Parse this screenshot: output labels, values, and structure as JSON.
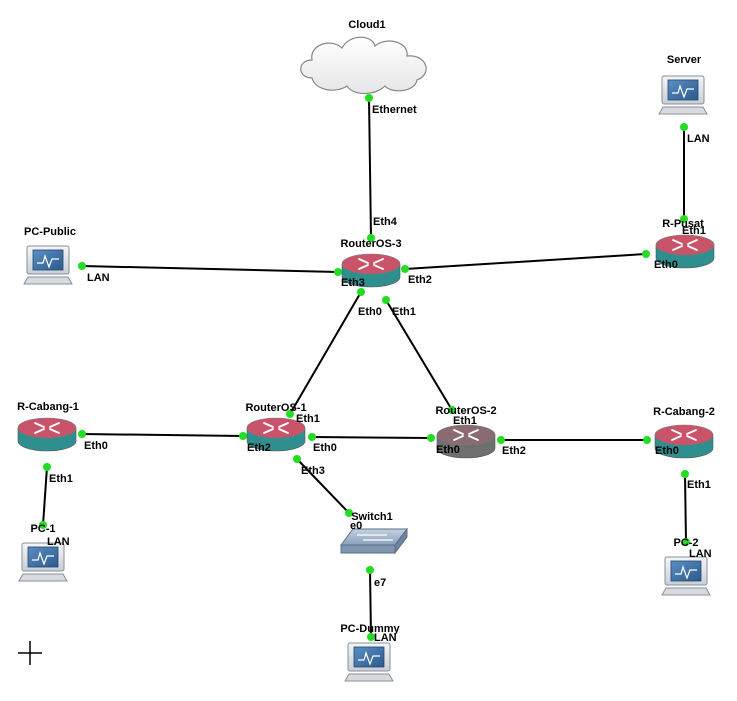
{
  "nodes": {
    "cloud1": {
      "label": "Cloud1",
      "kind": "cloud",
      "icon": "cloud-icon"
    },
    "server": {
      "label": "Server",
      "kind": "pc",
      "icon": "computer-icon"
    },
    "pc_public": {
      "label": "PC-Public",
      "kind": "pc",
      "icon": "computer-icon"
    },
    "routeros_3": {
      "label": "RouterOS-3",
      "kind": "router",
      "icon": "router-icon"
    },
    "r_pusat": {
      "label": "R-Pusat",
      "kind": "router",
      "icon": "router-icon"
    },
    "r_cabang_1": {
      "label": "R-Cabang-1",
      "kind": "router",
      "icon": "router-icon"
    },
    "routeros_1": {
      "label": "RouterOS-1",
      "kind": "router",
      "icon": "router-icon"
    },
    "routeros_2": {
      "label": "RouterOS-2",
      "kind": "router-gray",
      "icon": "router-icon"
    },
    "r_cabang_2": {
      "label": "R-Cabang-2",
      "kind": "router",
      "icon": "router-icon"
    },
    "pc_1": {
      "label": "PC-1",
      "kind": "pc",
      "icon": "computer-icon"
    },
    "switch1": {
      "label": "Switch1",
      "kind": "switch",
      "icon": "switch-icon"
    },
    "pc_2": {
      "label": "PC-2",
      "kind": "pc",
      "icon": "computer-icon"
    },
    "pc_dummy": {
      "label": "PC-Dummy",
      "kind": "pc",
      "icon": "computer-icon"
    }
  },
  "links": [
    {
      "from": "cloud1",
      "from_port": "Ethernet",
      "to": "routeros_3",
      "to_port": "Eth4"
    },
    {
      "from": "server",
      "from_port": "LAN",
      "to": "r_pusat",
      "to_port": "Eth1"
    },
    {
      "from": "pc_public",
      "from_port": "LAN",
      "to": "routeros_3",
      "to_port": "Eth3"
    },
    {
      "from": "routeros_3",
      "from_port": "Eth2",
      "to": "r_pusat",
      "to_port": "Eth0"
    },
    {
      "from": "routeros_3",
      "from_port": "Eth0",
      "to": "routeros_1",
      "to_port": "Eth1"
    },
    {
      "from": "routeros_3",
      "from_port": "Eth1",
      "to": "routeros_2",
      "to_port": "Eth1"
    },
    {
      "from": "r_cabang_1",
      "from_port": "Eth0",
      "to": "routeros_1",
      "to_port": "Eth2"
    },
    {
      "from": "routeros_1",
      "from_port": "Eth0",
      "to": "routeros_2",
      "to_port": "Eth0"
    },
    {
      "from": "routeros_2",
      "from_port": "Eth2",
      "to": "r_cabang_2",
      "to_port": "Eth0"
    },
    {
      "from": "r_cabang_1",
      "from_port": "Eth1",
      "to": "pc_1",
      "to_port": "LAN"
    },
    {
      "from": "routeros_1",
      "from_port": "Eth3",
      "to": "switch1",
      "to_port": "e0"
    },
    {
      "from": "switch1",
      "from_port": "e7",
      "to": "pc_dummy",
      "to_port": "LAN"
    },
    {
      "from": "r_cabang_2",
      "from_port": "Eth1",
      "to": "pc_2",
      "to_port": "LAN"
    }
  ],
  "cursor": {
    "icon": "crosshair-cursor-icon"
  },
  "colors": {
    "router_top": "#c9546a",
    "router_side": "#2f8f8f",
    "router_gray_top": "#8a6b72",
    "router_gray_side": "#6f6f6f",
    "switch_fill": "#9fb4cc",
    "pc_screen": "#3a6ea5",
    "port_dot": "#22dd22",
    "link": "#000000"
  }
}
